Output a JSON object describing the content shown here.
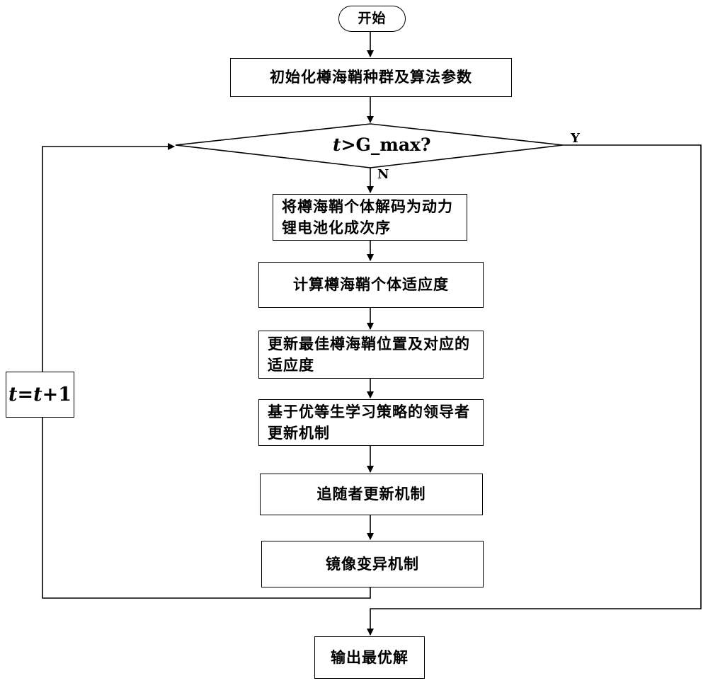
{
  "flowchart": {
    "start": "开始",
    "init": "初始化樽海鞘种群及算法参数",
    "condition": {
      "var": "t",
      "op": ">G_max?"
    },
    "yes_label": "Y",
    "no_label": "N",
    "steps": [
      "将樽海鞘个体解码为动力锂电池化成次序",
      "计算樽海鞘个体适应度",
      "更新最佳樽海鞘位置及对应的适应度",
      "基于优等生学习策略的领导者更新机制",
      "追随者更新机制",
      "镜像变异机制"
    ],
    "loop": {
      "lhs": "t",
      "eq": "=",
      "rhs_var": "t",
      "rhs_rest": "+1"
    },
    "output": "输出最优解"
  }
}
